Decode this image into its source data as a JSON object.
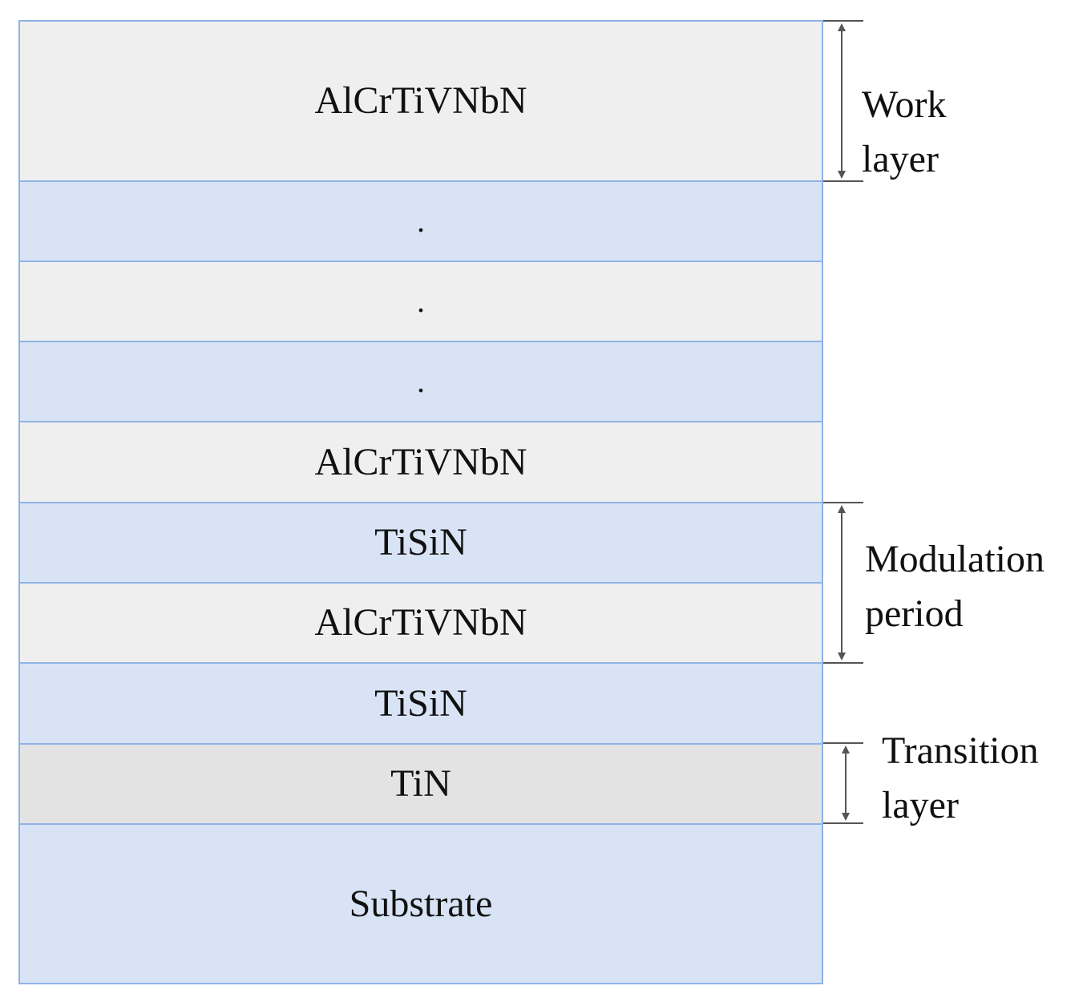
{
  "layers": [
    {
      "label": "AlCrTiVNbN",
      "fill": "#efefef"
    },
    {
      "label": ".",
      "fill": "#d8e4f5"
    },
    {
      "label": ".",
      "fill": "#efefef"
    },
    {
      "label": ".",
      "fill": "#d8e4f5"
    },
    {
      "label": "AlCrTiVNbN",
      "fill": "#efefef"
    },
    {
      "label": "TiSiN",
      "fill": "#d8e4f5"
    },
    {
      "label": "AlCrTiVNbN",
      "fill": "#efefef"
    },
    {
      "label": "TiSiN",
      "fill": "#d8e4f5"
    },
    {
      "label": "TiN",
      "fill": "#e3e3e3"
    },
    {
      "label": "Substrate",
      "fill": "#d8e4f5"
    }
  ],
  "annotations": {
    "work_layer": {
      "line1": "Work",
      "line2": "layer"
    },
    "modulation_period": {
      "line1": "Modulation",
      "line2": "period"
    },
    "transition_layer": {
      "line1": "Transition",
      "line2": "layer"
    }
  },
  "colors": {
    "border": "#8fb3e6",
    "arrow": "#555555"
  }
}
